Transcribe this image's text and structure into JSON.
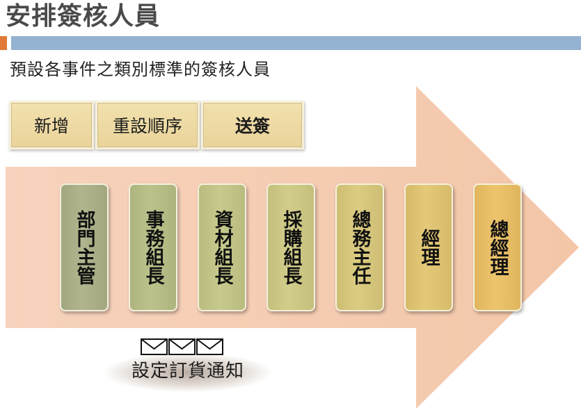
{
  "slide": {
    "title": "安排簽核人員",
    "subtitle": "預設各事件之類別標準的簽核人員"
  },
  "toolbar": {
    "add_label": "新增",
    "reset_order_label": "重設順序",
    "submit_label": "送簽"
  },
  "approval_flow": {
    "steps": [
      {
        "label": "部門主管",
        "color": "#a3a77f"
      },
      {
        "label": "事務組長",
        "color": "#adb47d"
      },
      {
        "label": "資材組長",
        "color": "#b9bc7e"
      },
      {
        "label": "採購組長",
        "color": "#c4bf7c"
      },
      {
        "label": "總務主任",
        "color": "#cdbe74"
      },
      {
        "label": "經理",
        "color": "#d6bb6a"
      },
      {
        "label": "總經理",
        "color": "#dfb65e"
      }
    ]
  },
  "notification": {
    "label": "設定訂貨通知",
    "icon": "envelope-icon"
  },
  "colors": {
    "title_bar": "#94b3d2",
    "accent": "#e07a36",
    "arrow_fill": "#f5ccb2",
    "button_fill": "#eddaa4"
  }
}
